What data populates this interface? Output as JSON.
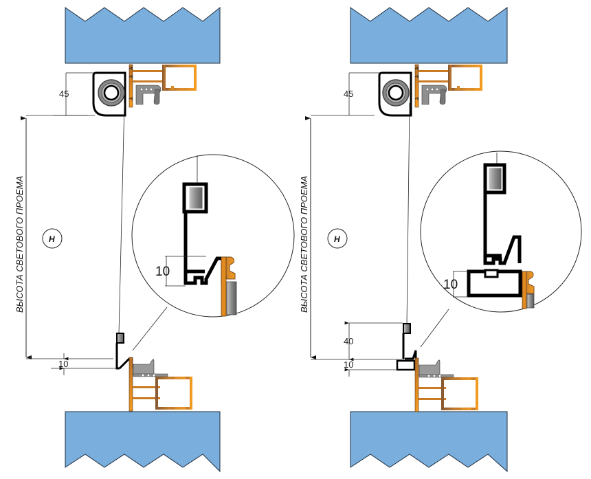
{
  "colors": {
    "wall": "#7aaedd",
    "wall_stroke": "#1e2c3c",
    "frame_wood": "#d4872a",
    "frame_dark": "#6b4a2a",
    "gray_part": "#8f8f8f",
    "profile": "#000000"
  },
  "left_variant": {
    "dim_top": "45",
    "dim_bottom": "10",
    "vertical_label": "ВЫСОТА СВЕТОВОГО ПРОЕМА",
    "h_marker": "H",
    "detail_dim": "10"
  },
  "right_variant": {
    "dim_top": "45",
    "dim_mid": "40",
    "dim_bottom": "10",
    "vertical_label": "ВЫСОТА СВЕТОВОГО ПРОЕМА",
    "h_marker": "H",
    "detail_dim": "10"
  }
}
